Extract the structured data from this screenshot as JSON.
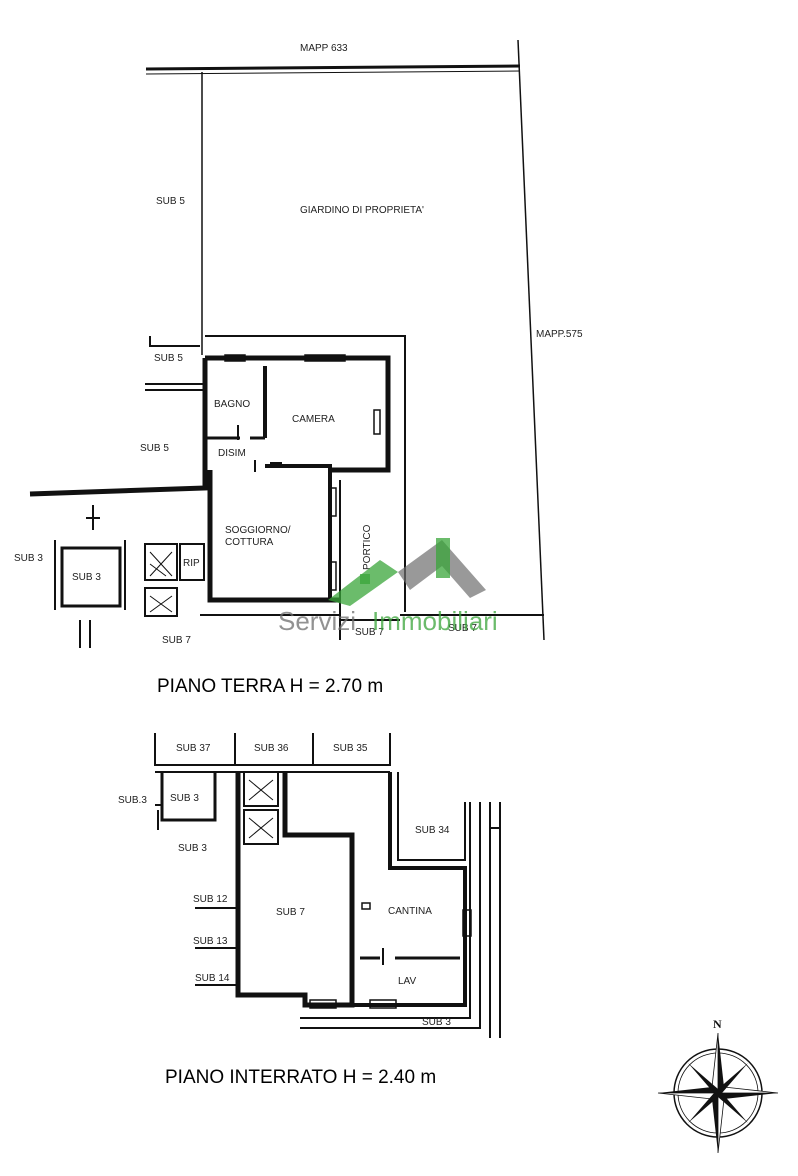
{
  "ground_floor": {
    "title": "PIANO TERRA H = 2.70 m",
    "labels": {
      "mapp_633": "MAPP 633",
      "mapp_575": "MAPP.575",
      "garden": "GIARDINO DI PROPRIETA'",
      "sub5_top": "SUB 5",
      "sub5_mid": "SUB 5",
      "sub5_low": "SUB 5",
      "bagno": "BAGNO",
      "camera": "CAMERA",
      "disim": "DISIM",
      "soggiorno_1": "SOGGIORNO/",
      "soggiorno_2": "COTTURA",
      "portico": "PORTICO",
      "rip": "RIP",
      "sub3_outer": "SUB 3",
      "sub3_inner": "SUB 3",
      "sub7_left": "SUB 7",
      "sub7_mid": "SUB 7",
      "sub7_right": "SUB 7"
    }
  },
  "basement": {
    "title": "PIANO INTERRATO H = 2.40 m",
    "labels": {
      "sub37": "SUB 37",
      "sub36": "SUB 36",
      "sub35": "SUB 35",
      "sub3_outer": "SUB.3",
      "sub3_box": "SUB 3",
      "sub3_below": "SUB 3",
      "sub34": "SUB 34",
      "sub12": "SUB 12",
      "sub13": "SUB 13",
      "sub14": "SUB 14",
      "sub7": "SUB 7",
      "cantina": "CANTINA",
      "lav": "LAV",
      "sub3_bottom": "SUB 3"
    }
  },
  "watermark": {
    "part1": "Servizi",
    "part2": "Immobiliari"
  },
  "compass": {
    "north": "N"
  }
}
